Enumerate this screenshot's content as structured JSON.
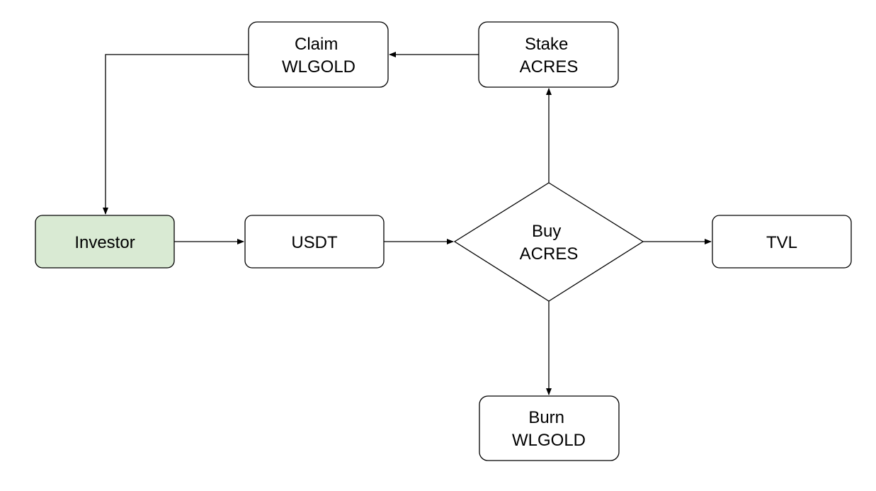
{
  "nodes": {
    "claim": {
      "line1": "Claim",
      "line2": "WLGOLD"
    },
    "stake": {
      "line1": "Stake",
      "line2": "ACRES"
    },
    "investor": {
      "label": "Investor"
    },
    "usdt": {
      "label": "USDT"
    },
    "buy": {
      "line1": "Buy",
      "line2": "ACRES"
    },
    "tvl": {
      "label": "TVL"
    },
    "burn": {
      "line1": "Burn",
      "line2": "WLGOLD"
    }
  },
  "colors": {
    "start_fill": "#d9ead3",
    "stroke": "#000000",
    "background": "#ffffff"
  }
}
